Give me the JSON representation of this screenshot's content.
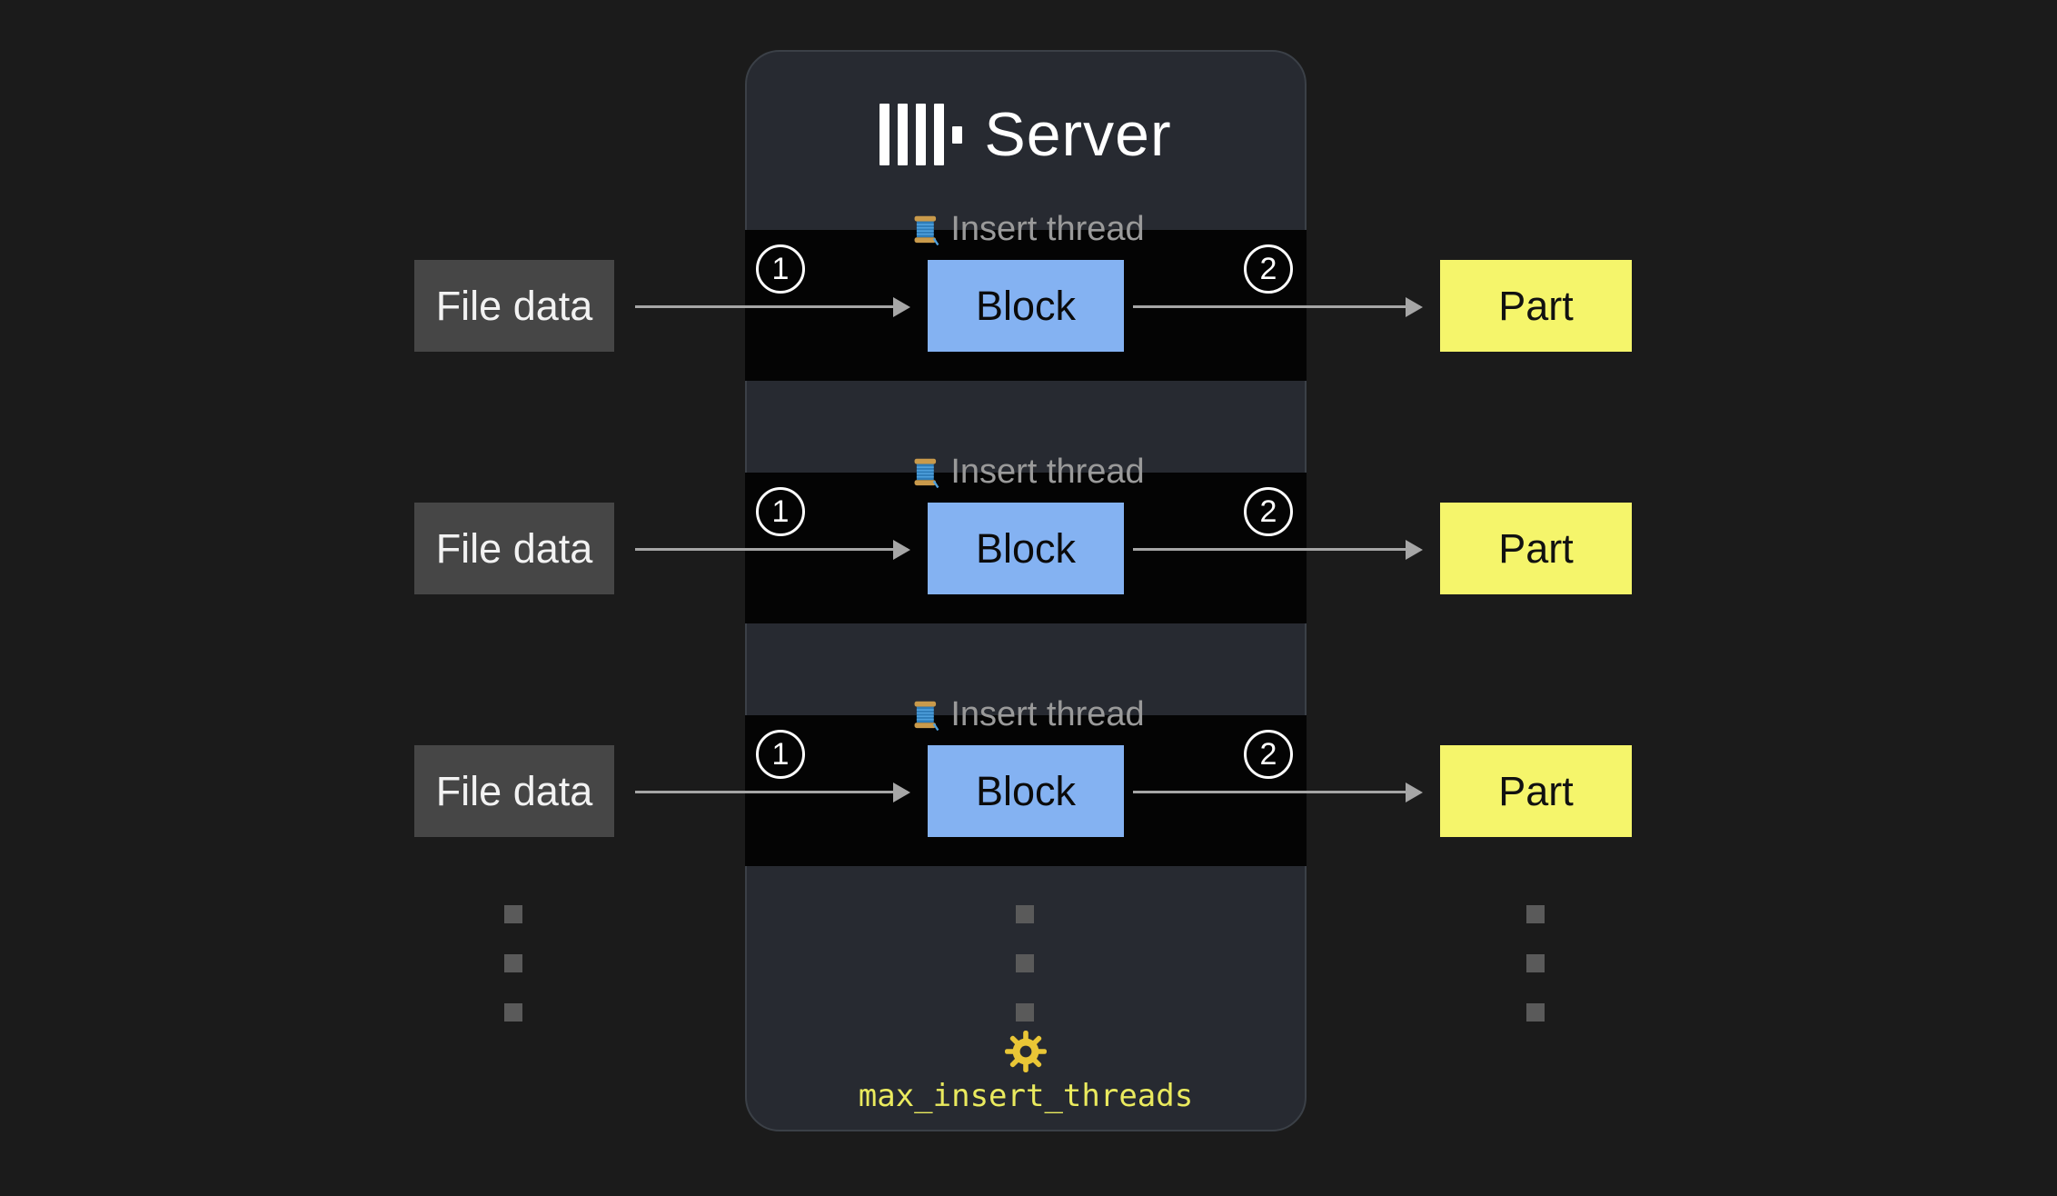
{
  "diagram": {
    "server": {
      "title": "Server",
      "logo": "clickhouse-bars-icon",
      "setting": "max_insert_threads"
    },
    "rows": [
      {
        "thread_label": "Insert thread",
        "source": "File data",
        "stage": "Block",
        "result": "Part",
        "step_in": "1",
        "step_out": "2"
      },
      {
        "thread_label": "Insert thread",
        "source": "File data",
        "stage": "Block",
        "result": "Part",
        "step_in": "1",
        "step_out": "2"
      },
      {
        "thread_label": "Insert thread",
        "source": "File data",
        "stage": "Block",
        "result": "Part",
        "step_in": "1",
        "step_out": "2"
      }
    ],
    "colors": {
      "background": "#1b1b1b",
      "panel": "#272a31",
      "row_bg": "#040404",
      "block_fill": "#84b2f2",
      "file_fill": "#464646",
      "part_fill": "#f5f56b",
      "muted_text": "#9a9a9a",
      "arrow": "#a6a6a6",
      "accent_yellow": "#eaea5e",
      "gear_gold": "#e9c636",
      "dots": "#5a5a5a"
    }
  }
}
